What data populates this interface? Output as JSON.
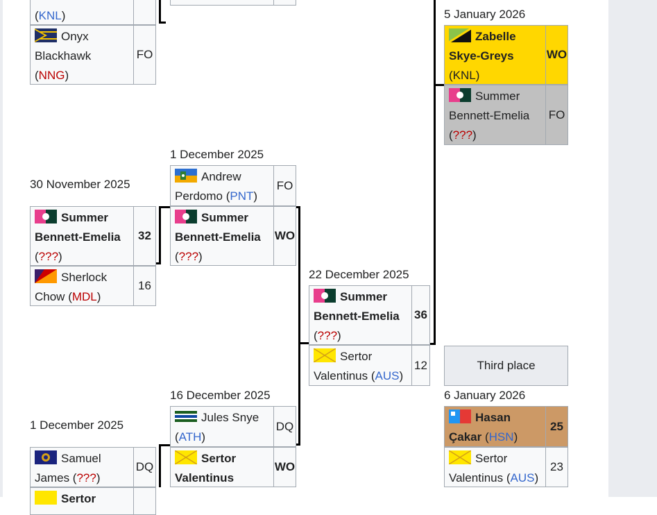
{
  "dates": {
    "r1_top": "30 November 2025",
    "r1_bottom": "1 December 2025",
    "r2_top": "1 December 2025",
    "r2_bottom": "16 December 2025",
    "semi": "22 December 2025",
    "final": "5 January 2026",
    "third": "6 January 2026"
  },
  "codes": {
    "knl": "KNL",
    "nng": "NNG",
    "unknown": "???",
    "mdl": "MDL",
    "pnt": "PNT",
    "aus": "AUS",
    "ath": "ATH",
    "hsn": "HSN"
  },
  "names": {
    "onyx_1": "Onyx",
    "onyx_2": "Blackhawk",
    "summer_1": "Summer",
    "summer_2": "Bennett-Emelia",
    "sherlock_1": "Sherlock",
    "sherlock_2": "Chow",
    "andrew_1": "Andrew",
    "andrew_2": "Perdomo",
    "sertor_1": "Sertor",
    "sertor_2": "Valentinus",
    "jules": "Jules Snye",
    "samuel_1": "Samuel",
    "samuel_2": "James",
    "zabelle_1": "Zabelle",
    "zabelle_2": "Skye-Greys",
    "hasan_1": "Hasan",
    "hasan_2": "Çakar",
    "sertor_partial": "Sertor"
  },
  "scores": {
    "r1a_onyx": "FO",
    "r1b_summer": "32",
    "r1b_sherlock": "16",
    "r1c_samuel": "DQ",
    "r2a_andrew": "FO",
    "r2a_summer": "WO",
    "r2b_jules": "DQ",
    "r2b_sertor": "WO",
    "semi_summer": "36",
    "semi_sertor": "12",
    "final_zabelle": "WO",
    "final_summer": "FO",
    "third_hasan": "25",
    "third_sertor": "23"
  },
  "labels": {
    "third_place": "Third place"
  },
  "colors": {
    "gold": "#ffd700",
    "silver": "#c0c0c0",
    "bronze": "#cc9966",
    "link_red": "#ba0000",
    "link_blue": "#3366cc"
  }
}
